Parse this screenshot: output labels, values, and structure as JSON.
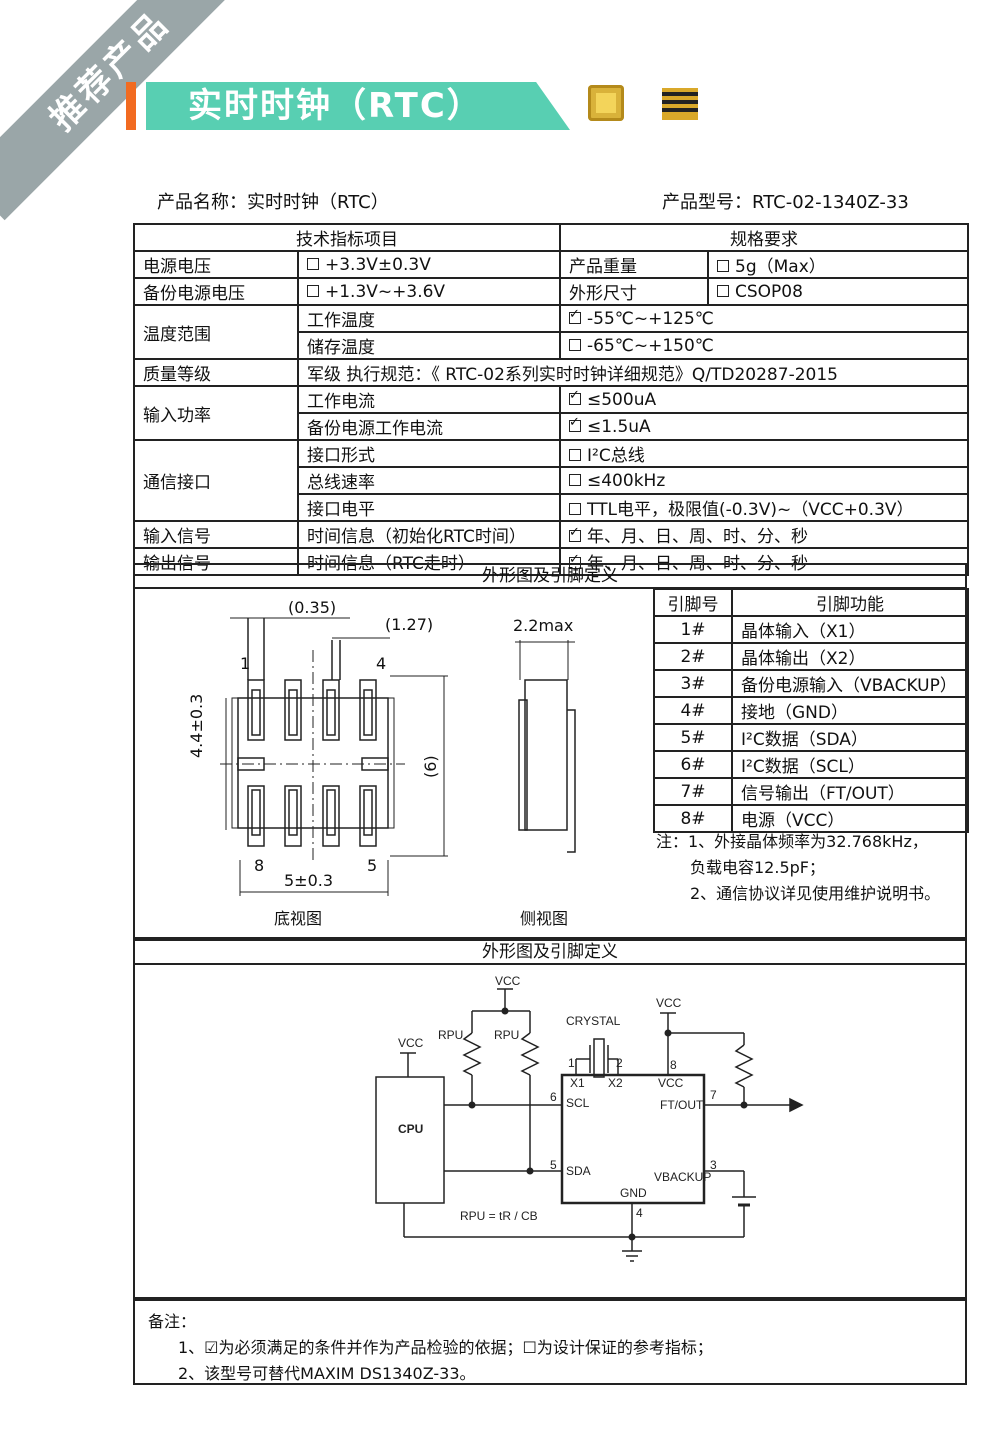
{
  "corner_ribbon": "推荐产品",
  "banner_title": "实时时钟（RTC）",
  "product_name": "产品名称：实时时钟（RTC）",
  "product_model": "产品型号：RTC-02-1340Z-33",
  "table_headers": {
    "left": "技术指标项目",
    "right": "规格要求"
  },
  "rows": {
    "r1": {
      "item": "电源电压",
      "value": "+3.3V±0.3V",
      "item2": "产品重量",
      "value2": "5g（Max）"
    },
    "r2": {
      "item": "备份电源电压",
      "value": "+1.3V~+3.6V",
      "item2": "外形尺寸",
      "value2": "CSOP08"
    },
    "temp": {
      "item": "温度范围",
      "sub1": "工作温度",
      "val1": "-55℃~+125℃",
      "sub2": "储存温度",
      "val2": "-65℃~+150℃"
    },
    "quality": {
      "item": "质量等级",
      "value": "军级  执行规范：《 RTC-02系列实时时钟详细规范》Q/TD20287-2015"
    },
    "power": {
      "item": "输入功率",
      "sub1": "工作电流",
      "val1": "≤500uA",
      "sub2": "备份电源工作电流",
      "val2": "≤1.5uA"
    },
    "comm": {
      "item": "通信接口",
      "sub1": "接口形式",
      "val1": "I²C总线",
      "sub2": "总线速率",
      "val2": "≤400kHz",
      "sub3": "接口电平",
      "val3": "TTL电平，极限值(-0.3V)~（VCC+0.3V）"
    },
    "input": {
      "item": "输入信号",
      "sub": "时间信息（初始化RTC时间）",
      "val": "年、月、日、周、时、分、秒"
    },
    "output": {
      "item": "输出信号",
      "sub": "时间信息（RTC走时）",
      "val": "年、月、日、周、时、分、秒"
    }
  },
  "section1_title": "外形图及引脚定义",
  "drawing": {
    "dim_035": "(0.35)",
    "dim_127": "(1.27)",
    "dim_22max": "2.2max",
    "dim_44": "4.4±0.3",
    "dim_6": "(6)",
    "dim_5": "5±0.3",
    "pin1": "1",
    "pin4": "4",
    "pin8": "8",
    "pin5": "5",
    "bottom_view": "底视图",
    "side_view": "侧视图"
  },
  "pin_table": {
    "headers": [
      "引脚号",
      "引脚功能"
    ],
    "rows": [
      [
        "1#",
        "晶体输入（X1）"
      ],
      [
        "2#",
        "晶体输出（X2）"
      ],
      [
        "3#",
        "备份电源输入（VBACKUP）"
      ],
      [
        "4#",
        "接地（GND）"
      ],
      [
        "5#",
        "I²C数据（SDA）"
      ],
      [
        "6#",
        "I²C数据（SCL）"
      ],
      [
        "7#",
        "信号输出（FT/OUT）"
      ],
      [
        "8#",
        "电源（VCC）"
      ]
    ]
  },
  "notes": {
    "n1": "注：1、外接晶体频率为32.768kHz，",
    "n2": "负载电容12.5pF；",
    "n3": "2、通信协议详见使用维护说明书。"
  },
  "section2_title": "外形图及引脚定义",
  "schematic": {
    "vcc": "VCC",
    "rpu": "RPU",
    "crystal": "CRYSTAL",
    "cpu": "CPU",
    "x1": "X1",
    "x2": "X2",
    "scl": "SCL",
    "sda": "SDA",
    "gnd": "GND",
    "ftout": "FT/OUT",
    "vbackup": "VBACKUP",
    "formula": "RPU = tR / CB",
    "p1": "1",
    "p2": "2",
    "p3": "3",
    "p4": "4",
    "p5": "5",
    "p6": "6",
    "p7": "7",
    "p8": "8"
  },
  "remarks": {
    "title": "备注：",
    "l1": "1、☑为必须满足的条件并作为产品检验的依据；☐为设计保证的参考指标；",
    "l2": "2、该型号可替代MAXIM DS1340Z-33。"
  }
}
